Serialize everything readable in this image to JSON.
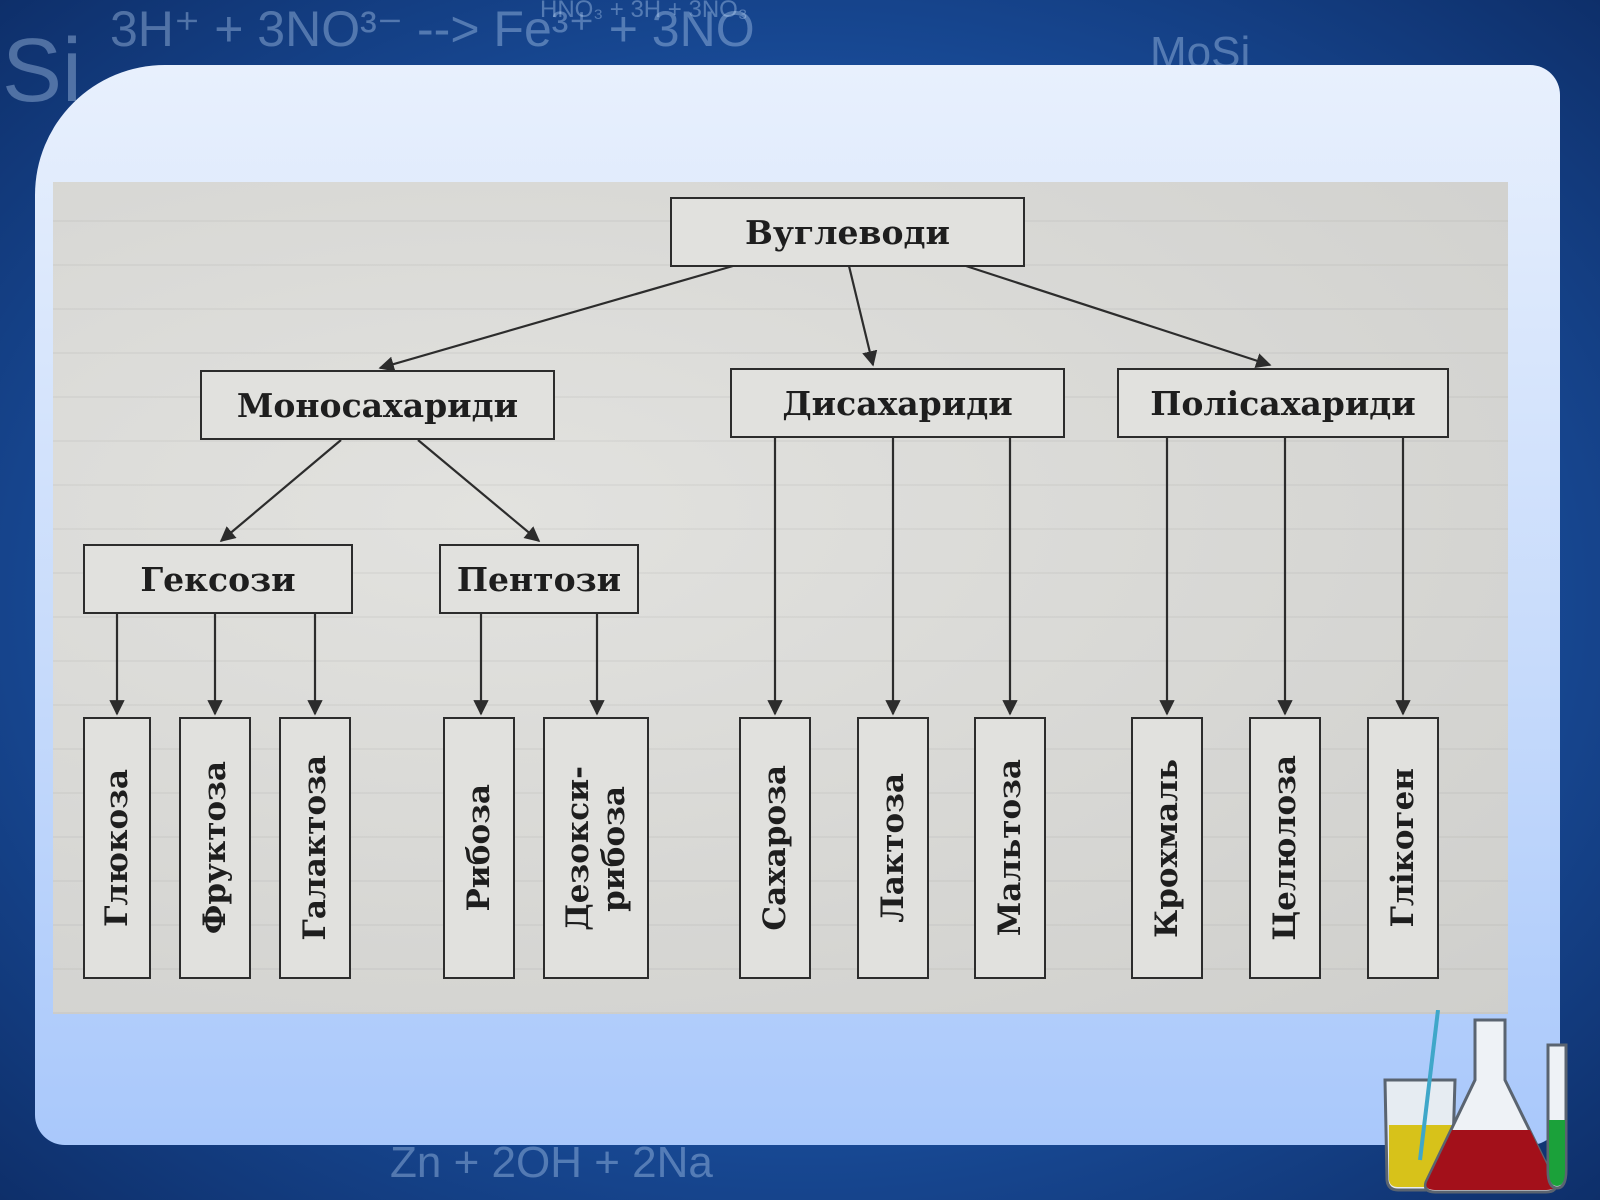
{
  "background": {
    "formula_top": "3H⁺ + 3NO³⁻ --> Fe³⁺ + 3NO",
    "formula_top_small": "HNO₃ + 3H + 3NO₃",
    "formula_top_right": "MoSi",
    "formula_left": "Si",
    "formula_bottom": "Zn + 2OH + 2Na"
  },
  "diagram": {
    "root": "Вуглеводи",
    "level1": {
      "mono": "Моносахариди",
      "di": "Дисахариди",
      "poly": "Полісахариди"
    },
    "level2": {
      "hex": "Гексози",
      "pent": "Пентози"
    },
    "leaves": {
      "glucose": "Глюкоза",
      "fructose": "Фруктоза",
      "galactose": "Галактоза",
      "ribose": "Рибоза",
      "deoxy_line1": "Дезокси-",
      "deoxy_line2": "рибоза",
      "sucrose": "Сахароза",
      "lactose": "Лактоза",
      "maltose": "Мальтоза",
      "starch": "Крохмаль",
      "cellulose": "Целюлоза",
      "glycogen": "Глікоген"
    }
  },
  "colors": {
    "frame": "#1a4f9e",
    "panel": "#c7dbfb",
    "paper": "#d8d8d5",
    "ink": "#2c2c2c"
  },
  "icons": [
    "lab-flasks-icon"
  ]
}
